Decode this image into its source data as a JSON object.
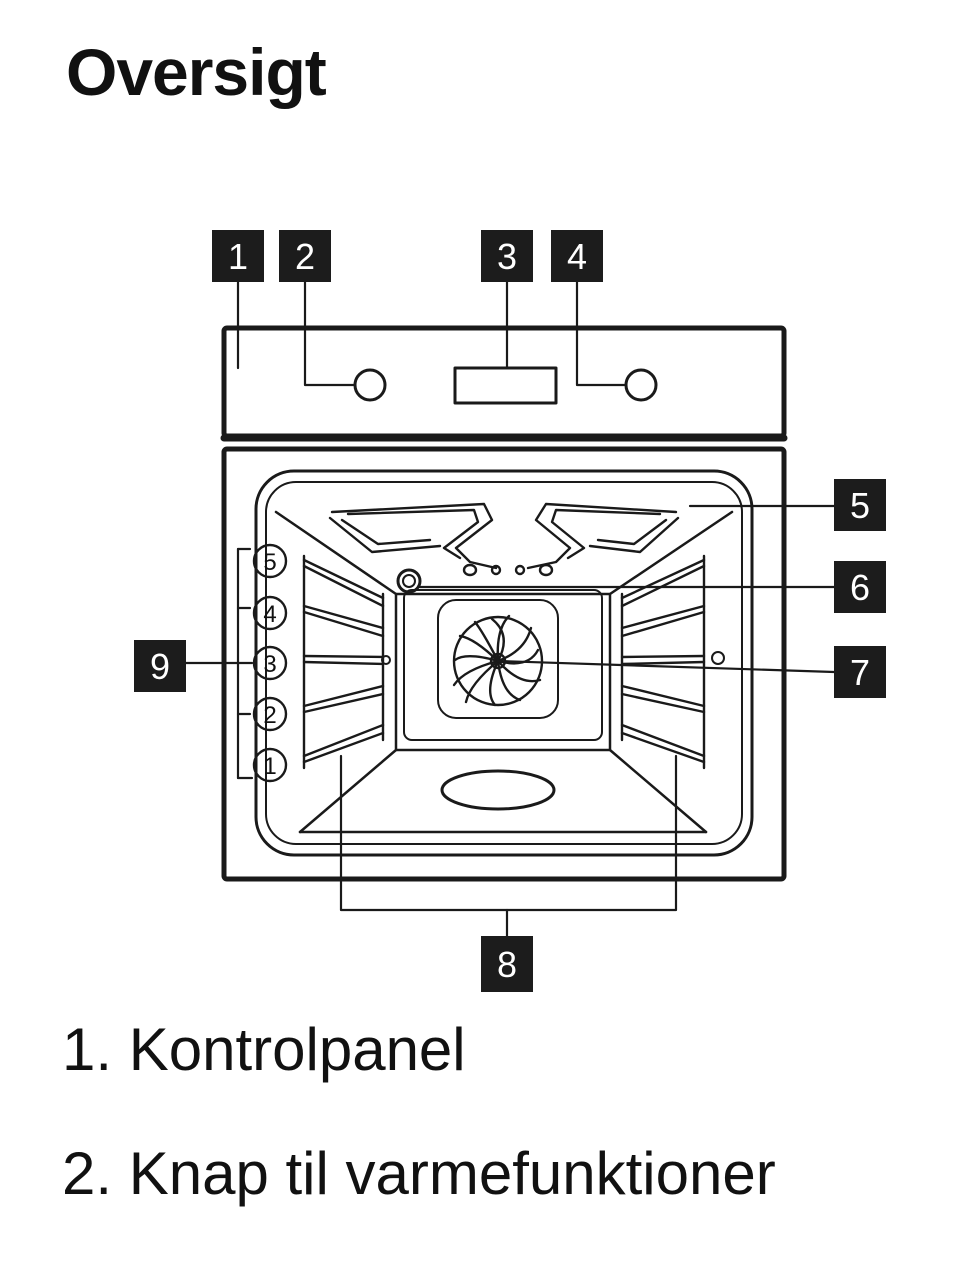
{
  "title": "Oversigt",
  "callouts": [
    "1",
    "2",
    "3",
    "4",
    "5",
    "6",
    "7",
    "8",
    "9"
  ],
  "shelf_positions": [
    "5",
    "4",
    "3",
    "2",
    "1"
  ],
  "legend": [
    {
      "number": "1.",
      "label": "Kontrolpanel"
    },
    {
      "number": "2.",
      "label": "Knap til varmefunktioner"
    }
  ]
}
